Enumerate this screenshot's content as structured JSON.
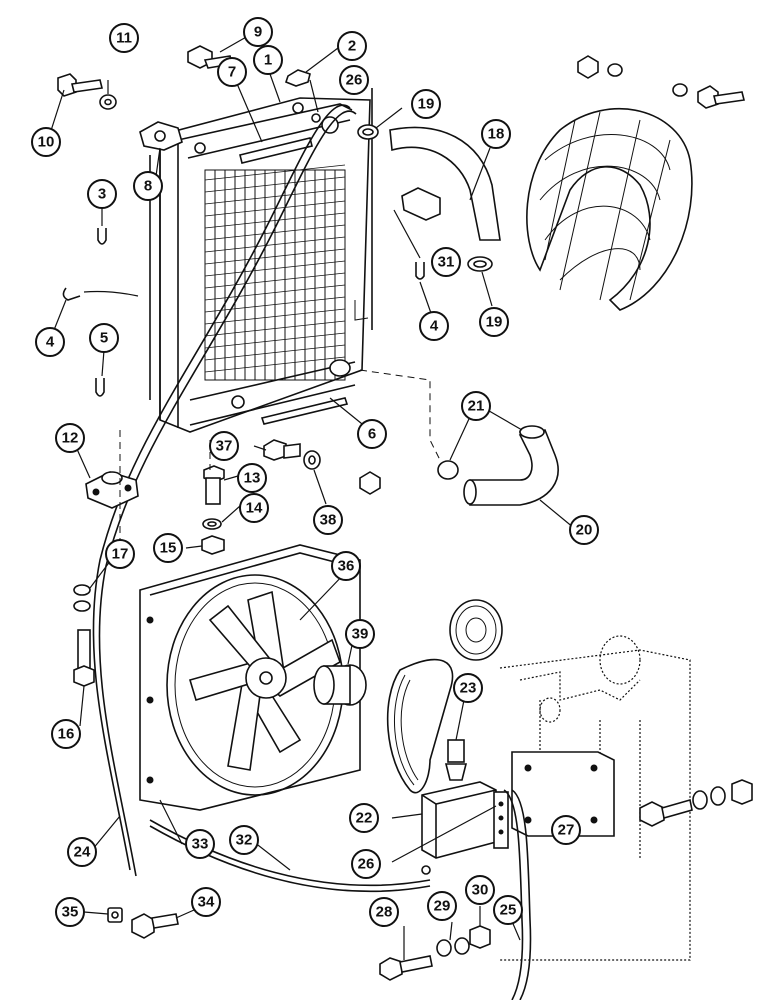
{
  "callouts": [
    {
      "id": "c1",
      "label": "1"
    },
    {
      "id": "c2",
      "label": "2"
    },
    {
      "id": "c3",
      "label": "3"
    },
    {
      "id": "c4a",
      "label": "4"
    },
    {
      "id": "c4b",
      "label": "4"
    },
    {
      "id": "c5",
      "label": "5"
    },
    {
      "id": "c6",
      "label": "6"
    },
    {
      "id": "c7",
      "label": "7"
    },
    {
      "id": "c8",
      "label": "8"
    },
    {
      "id": "c9",
      "label": "9"
    },
    {
      "id": "c10",
      "label": "10"
    },
    {
      "id": "c11",
      "label": "11"
    },
    {
      "id": "c12",
      "label": "12"
    },
    {
      "id": "c13",
      "label": "13"
    },
    {
      "id": "c14",
      "label": "14"
    },
    {
      "id": "c15",
      "label": "15"
    },
    {
      "id": "c16",
      "label": "16"
    },
    {
      "id": "c17",
      "label": "17"
    },
    {
      "id": "c18",
      "label": "18"
    },
    {
      "id": "c19a",
      "label": "19"
    },
    {
      "id": "c19b",
      "label": "19"
    },
    {
      "id": "c20",
      "label": "20"
    },
    {
      "id": "c21",
      "label": "21"
    },
    {
      "id": "c22",
      "label": "22"
    },
    {
      "id": "c23",
      "label": "23"
    },
    {
      "id": "c24",
      "label": "24"
    },
    {
      "id": "c25",
      "label": "25"
    },
    {
      "id": "c26a",
      "label": "26"
    },
    {
      "id": "c26b",
      "label": "26"
    },
    {
      "id": "c27",
      "label": "27"
    },
    {
      "id": "c28",
      "label": "28"
    },
    {
      "id": "c29",
      "label": "29"
    },
    {
      "id": "c30",
      "label": "30"
    },
    {
      "id": "c31",
      "label": "31"
    },
    {
      "id": "c32",
      "label": "32"
    },
    {
      "id": "c33",
      "label": "33"
    },
    {
      "id": "c34",
      "label": "34"
    },
    {
      "id": "c35",
      "label": "35"
    },
    {
      "id": "c36",
      "label": "36"
    },
    {
      "id": "c37",
      "label": "37"
    },
    {
      "id": "c38",
      "label": "38"
    },
    {
      "id": "c39",
      "label": "39"
    }
  ]
}
